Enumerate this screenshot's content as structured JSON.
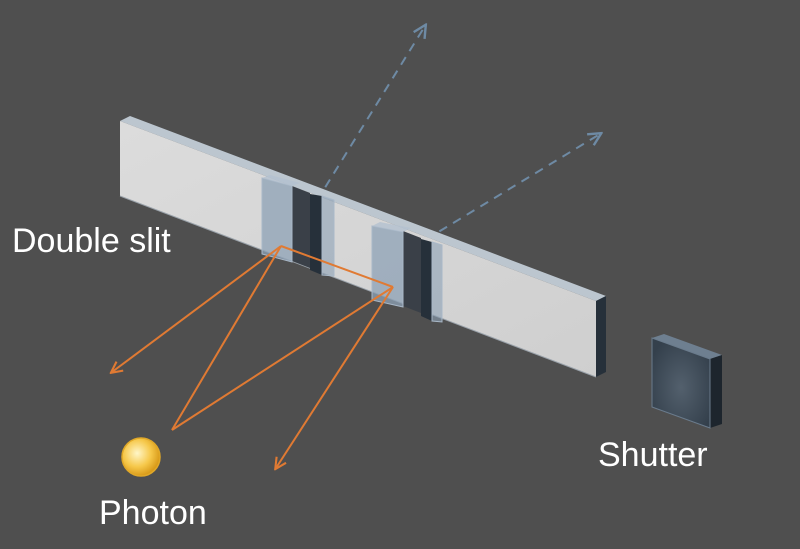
{
  "labels": {
    "double_slit": "Double slit",
    "photon": "Photon",
    "shutter": "Shutter"
  },
  "colors": {
    "background": "#4f4f4f",
    "barrier_front": "#d5d5d5",
    "barrier_top": "#bcc6cf",
    "barrier_side": "#26303a",
    "slit_glass": "#8ea1b5",
    "orange_rays": "#e07a33",
    "dashed_rays": "#6e8aa4",
    "photon": "#f6c84a",
    "shutter": "#3f4d5c"
  }
}
